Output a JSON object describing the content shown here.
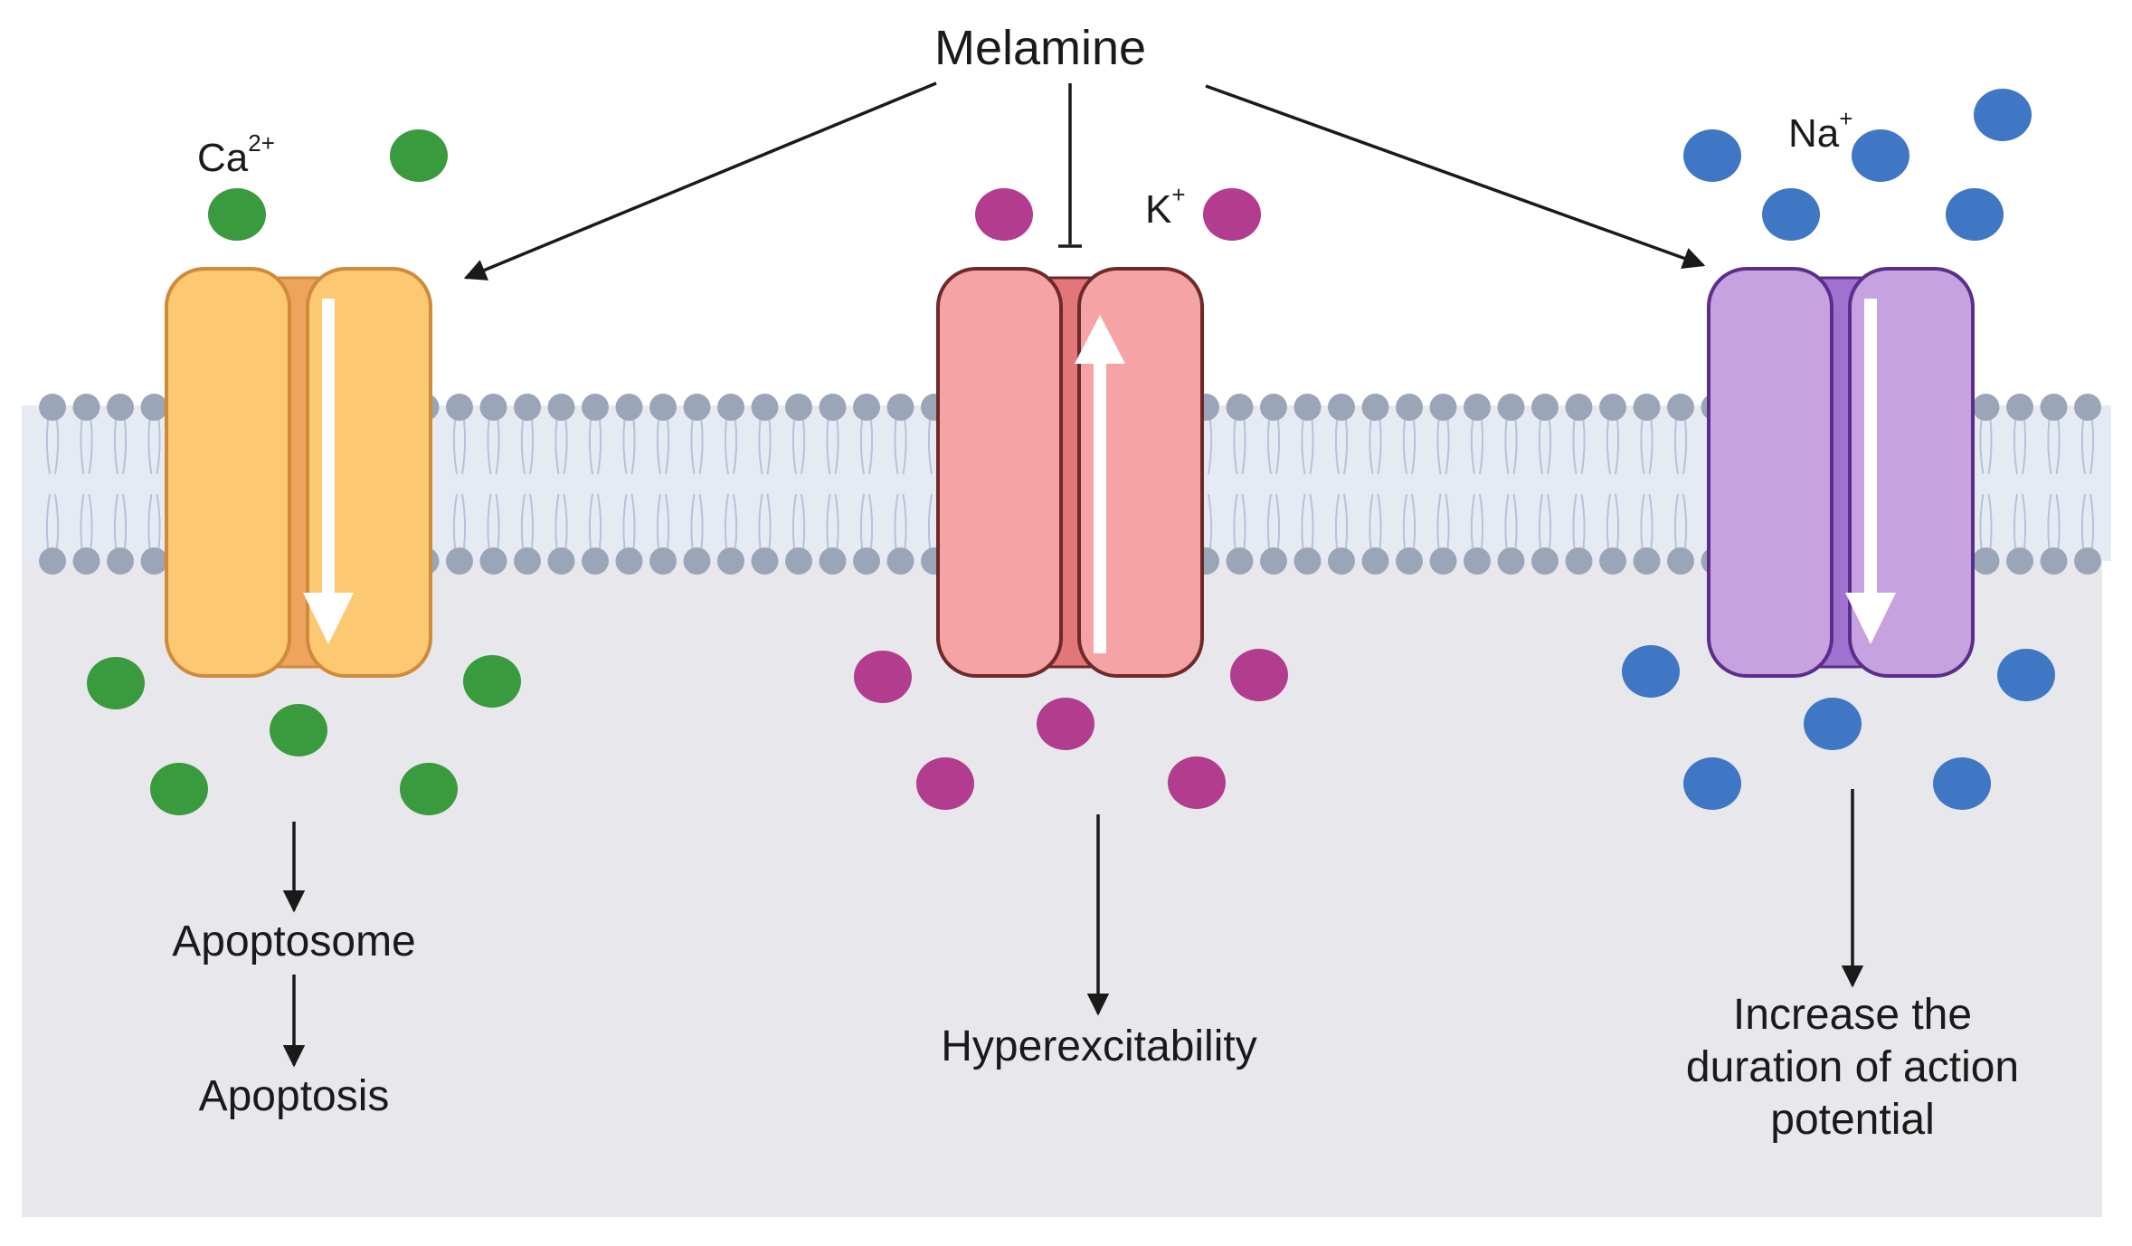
{
  "title": "Melamine",
  "colors": {
    "calcium_ion": "#3a9a3e",
    "potassium_ion": "#b23c8e",
    "sodium_ion": "#3f77c5",
    "calcium_channel": "#fdc872",
    "potassium_channel": "#f5a3a5",
    "sodium_channel": "#c6a2e0",
    "cytoplasm": "#e8e8ec",
    "lipid_head": "#9aa6b8"
  },
  "channels": [
    {
      "id": "calcium",
      "ion_symbol": "Ca",
      "ion_charge": "2+",
      "effect_of_melamine": "activation",
      "flux_direction": "inward",
      "outcomes": [
        "Apoptosome",
        "Apoptosis"
      ]
    },
    {
      "id": "potassium",
      "ion_symbol": "K",
      "ion_charge": "+",
      "effect_of_melamine": "inhibition",
      "flux_direction": "outward",
      "outcomes": [
        "Hyperexcitability"
      ]
    },
    {
      "id": "sodium",
      "ion_symbol": "Na",
      "ion_charge": "+",
      "effect_of_melamine": "activation",
      "flux_direction": "inward",
      "outcomes": [
        "Increase the duration of action potential"
      ]
    }
  ]
}
